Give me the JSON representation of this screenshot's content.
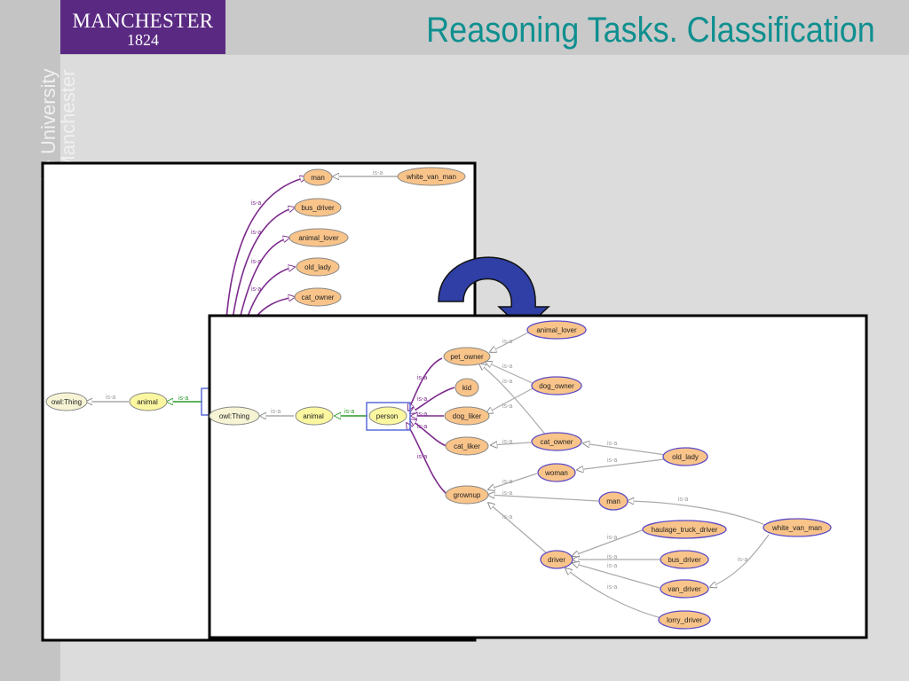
{
  "header": {
    "logo_name": "MANCHESTER",
    "logo_year": "1824",
    "title": "Reasoning Tasks. Classification",
    "side_text_1": "The University",
    "side_text_2": "of Manchester"
  },
  "edge_label": "is-a",
  "colors": {
    "purple_edge": "#7b2a8c",
    "green_edge": "#2a9a2a",
    "gray_edge": "#999999",
    "orange_node": "#f9c48a",
    "yellow_node": "#fbf7a0",
    "thing_node": "#f6f4d4",
    "arrow_fill": "#2f3fa6",
    "title_color": "#0f8f8f",
    "logo_bg": "#5a2a82"
  },
  "left_graph": {
    "nodes": [
      {
        "id": "thing",
        "label": "owl:Thing"
      },
      {
        "id": "animal",
        "label": "animal"
      },
      {
        "id": "man",
        "label": "man"
      },
      {
        "id": "white_van_man",
        "label": "white_van_man"
      },
      {
        "id": "bus_driver",
        "label": "bus_driver"
      },
      {
        "id": "animal_lover",
        "label": "animal_lover"
      },
      {
        "id": "old_lady",
        "label": "old_lady"
      },
      {
        "id": "cat_owner",
        "label": "cat_owner"
      }
    ]
  },
  "right_graph": {
    "nodes": [
      {
        "id": "thing",
        "label": "owl:Thing"
      },
      {
        "id": "animal",
        "label": "animal"
      },
      {
        "id": "person",
        "label": "person"
      },
      {
        "id": "pet_owner",
        "label": "pet_owner"
      },
      {
        "id": "kid",
        "label": "kid"
      },
      {
        "id": "dog_liker",
        "label": "dog_liker"
      },
      {
        "id": "cat_liker",
        "label": "cat_liker"
      },
      {
        "id": "grownup",
        "label": "grownup"
      },
      {
        "id": "animal_lover",
        "label": "animal_lover"
      },
      {
        "id": "dog_owner",
        "label": "dog_owner"
      },
      {
        "id": "cat_owner",
        "label": "cat_owner"
      },
      {
        "id": "woman",
        "label": "woman"
      },
      {
        "id": "man",
        "label": "man"
      },
      {
        "id": "old_lady",
        "label": "old_lady"
      },
      {
        "id": "driver",
        "label": "driver"
      },
      {
        "id": "haulage_truck_driver",
        "label": "haulage_truck_driver"
      },
      {
        "id": "bus_driver",
        "label": "bus_driver"
      },
      {
        "id": "van_driver",
        "label": "van_driver"
      },
      {
        "id": "lorry_driver",
        "label": "lorry_driver"
      },
      {
        "id": "white_van_man",
        "label": "white_van_man"
      }
    ]
  }
}
